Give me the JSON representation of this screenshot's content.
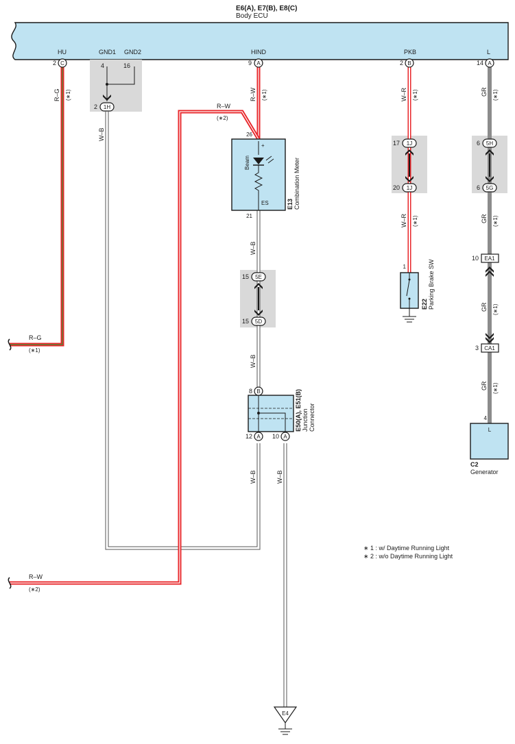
{
  "header": {
    "connectors": "E6(A), E7(B), E8(C)",
    "name": "Body ECU"
  },
  "ecu_pins": {
    "hu": {
      "label": "HU",
      "num": "2",
      "letter": "C"
    },
    "gnd1": {
      "label": "GND1",
      "num": "4"
    },
    "gnd2": {
      "label": "GND2",
      "num": "16"
    },
    "hind": {
      "label": "HIND",
      "num": "9",
      "letter": "A"
    },
    "pkb": {
      "label": "PKB",
      "num": "2",
      "letter": "B"
    },
    "l": {
      "label": "L",
      "num": "14",
      "letter": "A"
    }
  },
  "wires": {
    "rg": "R–G",
    "rw": "R–W",
    "wb": "W–B",
    "wr": "W–R",
    "gr": "GR",
    "note1": "(∗1)",
    "note2": "(∗2)"
  },
  "junctions": {
    "j1h": {
      "pin": "2",
      "id": "1H"
    },
    "j1j_top": {
      "pin": "17",
      "id": "1J"
    },
    "j1j_bot": {
      "pin": "20",
      "id": "1J"
    },
    "j5h": {
      "pin": "6",
      "id": "5H"
    },
    "j5g": {
      "pin": "6",
      "id": "5G"
    },
    "j5e": {
      "pin": "15",
      "id": "5E"
    },
    "j5d": {
      "pin": "15",
      "id": "5D"
    },
    "ea1": {
      "pin": "10",
      "id": "EA1"
    },
    "ca1": {
      "pin": "3",
      "id": "CA1"
    }
  },
  "meter": {
    "code": "E13",
    "name": "Combination Meter",
    "pin_in": "26",
    "pin_out": "21",
    "plus": "+",
    "beam": "Beam",
    "es": "ES"
  },
  "parking": {
    "code": "E22",
    "name": "Parking Brake SW",
    "pin": "1"
  },
  "jconn": {
    "code": "E50(A), E51(B)",
    "name1": "Junction",
    "name2": "Connector",
    "pin_top": "8",
    "pin_top_letter": "B",
    "pin_left": "12",
    "pin_left_letter": "A",
    "pin_right": "10",
    "pin_right_letter": "A"
  },
  "generator": {
    "code": "C2",
    "name": "Generator",
    "pin": "4",
    "term": "L"
  },
  "ground": {
    "id": "E4"
  },
  "notes": {
    "n1": "∗ 1 : w/ Daytime Running Light",
    "n2": "∗ 2 : w/o Daytime Running Light"
  },
  "colors": {
    "red": "#e8262a",
    "gray_wire": "#8c8c8c",
    "green": "#3a9a3a",
    "box_fill": "#bfe3f2",
    "gray_bg": "#d9d9d9"
  }
}
